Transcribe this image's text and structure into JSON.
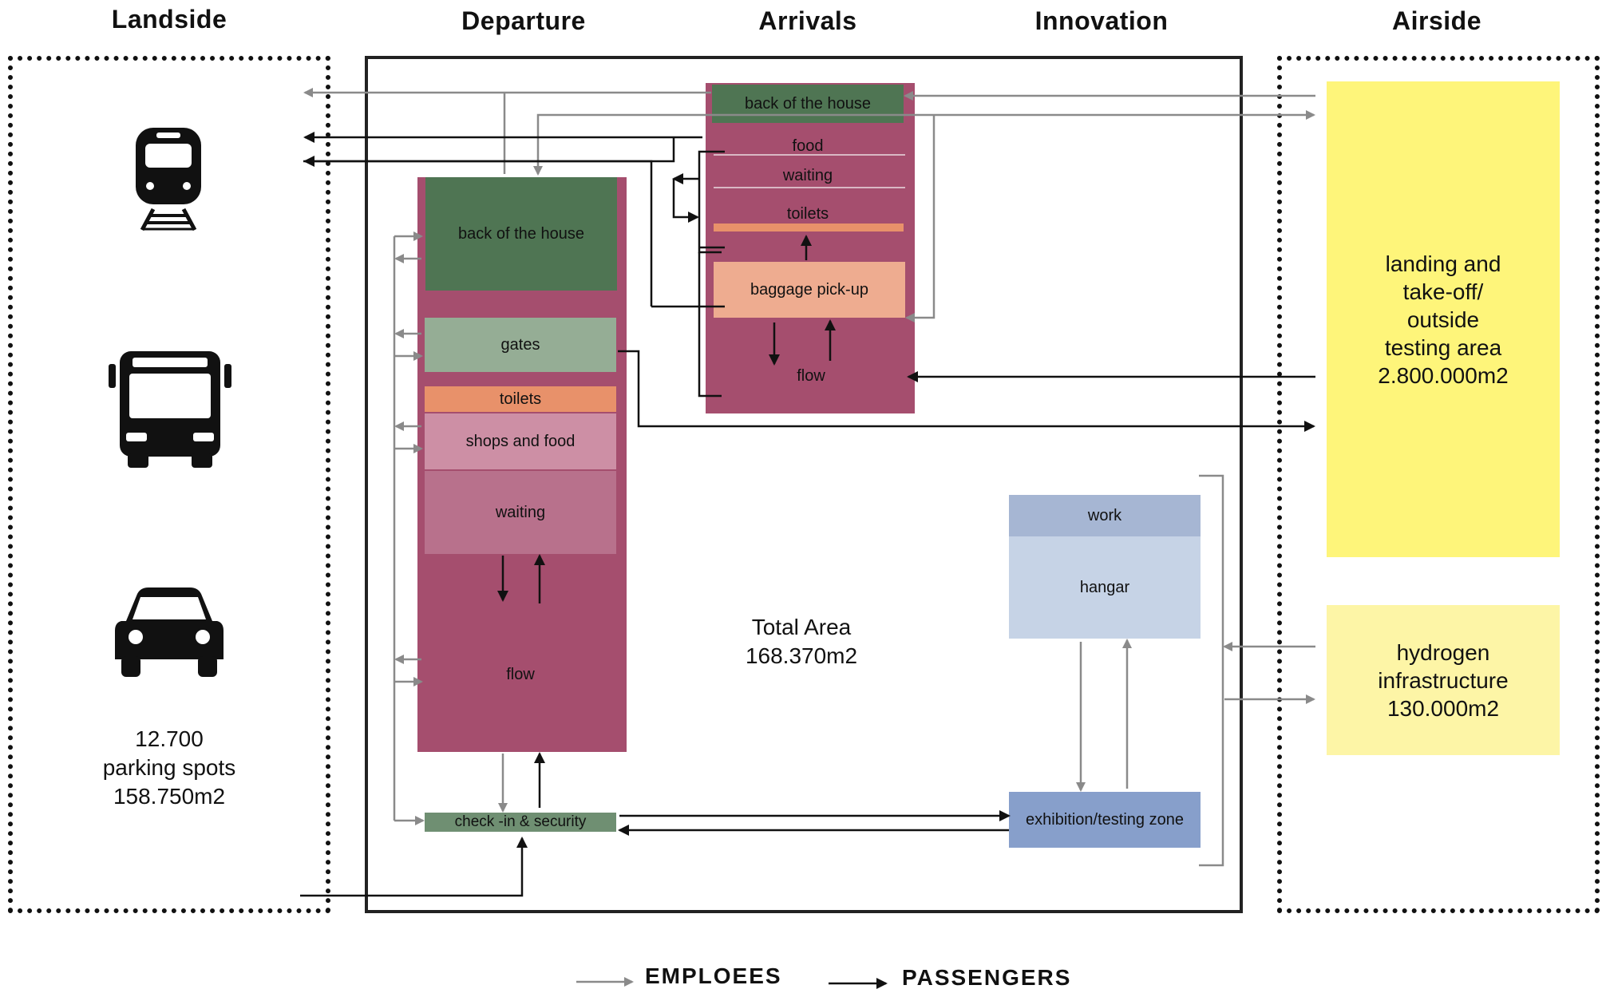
{
  "columns": {
    "landside": "Landside",
    "departure": "Departure",
    "arrivals": "Arrivals",
    "innovation": "Innovation",
    "airside": "Airside"
  },
  "landside": {
    "icons": [
      "train-icon",
      "bus-icon",
      "car-icon"
    ],
    "parking_count": "12.700",
    "parking_label": "parking spots",
    "parking_area": "158.750m2"
  },
  "departure": {
    "back_of_house": "back of the house",
    "gates": "gates",
    "toilets": "toilets",
    "shops_food": "shops and food",
    "waiting": "waiting",
    "flow": "flow",
    "checkin": "check -in & security"
  },
  "arrivals": {
    "back_of_house": "back of the house",
    "food": "food",
    "waiting": "waiting",
    "toilets": "toilets",
    "baggage": "baggage pick-up",
    "flow": "flow"
  },
  "center": {
    "total_label": "Total Area",
    "total_value": "168.370m2"
  },
  "innovation": {
    "work": "work",
    "hangar": "hangar",
    "exhibition": "exhibition/testing zone"
  },
  "airside": {
    "landing": [
      "landing and",
      "take-off/",
      "outside",
      "testing area",
      "2.800.000m2"
    ],
    "hydrogen": [
      "hydrogen",
      "infrastructure",
      "130.000m2"
    ]
  },
  "legend": {
    "employees": "EMPLOEES",
    "passengers": "PASSENGERS"
  },
  "colors": {
    "flow_magenta": "#a54e6e",
    "back_house_green": "#4f7553",
    "gates_green": "#95ad95",
    "toilets_orange": "#e8916a",
    "shops_pink": "#cd8fa5",
    "waiting_pink": "#b8718c",
    "checkin_green": "#6f8f72",
    "baggage_peach": "#eeac90",
    "work_blue": "#a6b6d3",
    "hangar_blue": "#c6d3e6",
    "exhibition_blue": "#879fcb",
    "landing_yellow": "#fef57a",
    "hydrogen_yellow": "#fdf5a6",
    "employee_arrow": "#8a8a8a",
    "passenger_arrow": "#111111"
  }
}
